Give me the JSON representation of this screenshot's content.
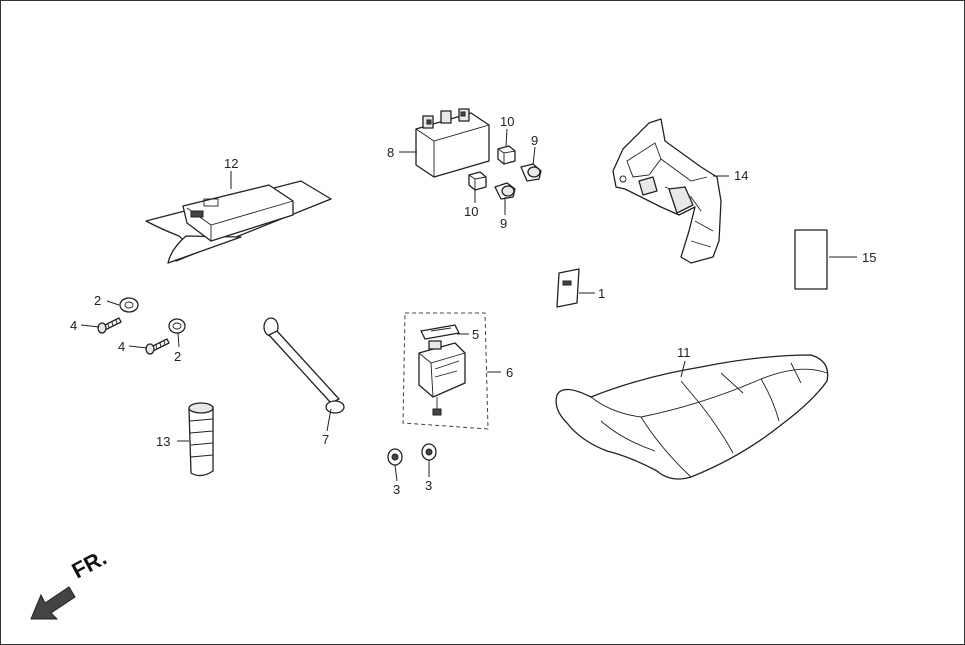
{
  "callouts": [
    {
      "id": "c1",
      "label": "1"
    },
    {
      "id": "c2a",
      "label": "2"
    },
    {
      "id": "c2b",
      "label": "2"
    },
    {
      "id": "c3a",
      "label": "3"
    },
    {
      "id": "c3b",
      "label": "3"
    },
    {
      "id": "c4a",
      "label": "4"
    },
    {
      "id": "c4b",
      "label": "4"
    },
    {
      "id": "c5",
      "label": "5"
    },
    {
      "id": "c6",
      "label": "6"
    },
    {
      "id": "c7",
      "label": "7"
    },
    {
      "id": "c8",
      "label": "8"
    },
    {
      "id": "c9a",
      "label": "9"
    },
    {
      "id": "c9b",
      "label": "9"
    },
    {
      "id": "c10a",
      "label": "10"
    },
    {
      "id": "c10b",
      "label": "10"
    },
    {
      "id": "c11",
      "label": "11"
    },
    {
      "id": "c12",
      "label": "12"
    },
    {
      "id": "c13",
      "label": "13"
    },
    {
      "id": "c14",
      "label": "14"
    },
    {
      "id": "c15",
      "label": "15"
    }
  ],
  "direction_indicator": {
    "label": "FR.",
    "icon": "arrow-front-icon"
  }
}
